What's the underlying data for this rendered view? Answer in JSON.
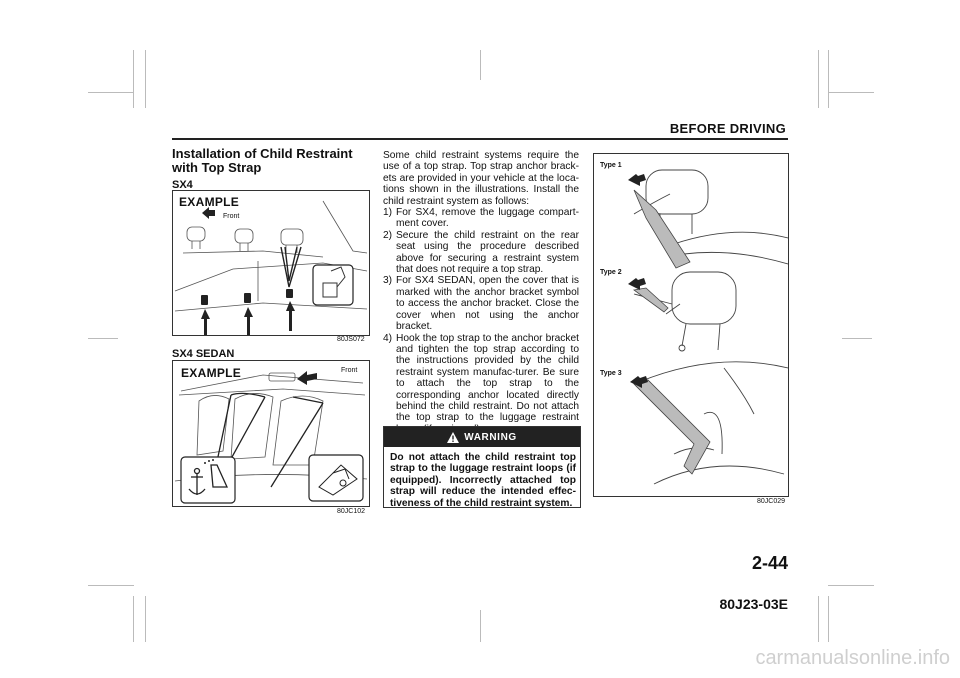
{
  "header": {
    "section": "BEFORE DRIVING"
  },
  "section_title": "Installation of Child Restraint with Top Strap",
  "sx4": {
    "label": "SX4",
    "figure": {
      "example": "EXAMPLE",
      "front": "Front",
      "code": "80JS072"
    }
  },
  "sedan": {
    "label": "SX4 SEDAN",
    "figure": {
      "example": "EXAMPLE",
      "front": "Front",
      "code": "80JC102"
    }
  },
  "body": {
    "intro": "Some child restraint systems require the use of a top strap. Top strap anchor brack-ets are provided in your vehicle at the loca-tions shown in the illustrations. Install the child restraint system as follows:",
    "steps": [
      {
        "n": "1)",
        "text": "For SX4, remove the luggage compart-ment cover."
      },
      {
        "n": "2)",
        "text": "Secure the child restraint on the rear seat using the procedure described above for securing a restraint system that does not require a top strap."
      },
      {
        "n": "3)",
        "text": "For SX4 SEDAN, open the cover that is marked with the anchor bracket symbol to access the anchor bracket. Close the cover when not using the anchor bracket."
      },
      {
        "n": "4)",
        "text": "Hook the top strap to the anchor bracket and tighten the top strap according to the instructions provided by the child restraint system manufac-turer. Be sure to attach the top strap to the corresponding anchor located directly behind the child restraint. Do not attach the top strap to the luggage restraint loops (if equipped)."
      }
    ]
  },
  "warning": {
    "title": "WARNING",
    "text": "Do not attach the child restraint top strap to the luggage restraint loops (if equipped). Incorrectly attached top strap will reduce the intended effec-tiveness of the child restraint system."
  },
  "types_figure": {
    "type1": "Type 1",
    "type2": "Type 2",
    "type3": "Type 3",
    "code": "80JC029"
  },
  "page_number": "2-44",
  "doc_code": "80J23-03E",
  "watermark": "carmanualsonline.info",
  "colors": {
    "ink": "#111111",
    "rule": "#222222",
    "crop_marks": "#bbbbbb"
  }
}
